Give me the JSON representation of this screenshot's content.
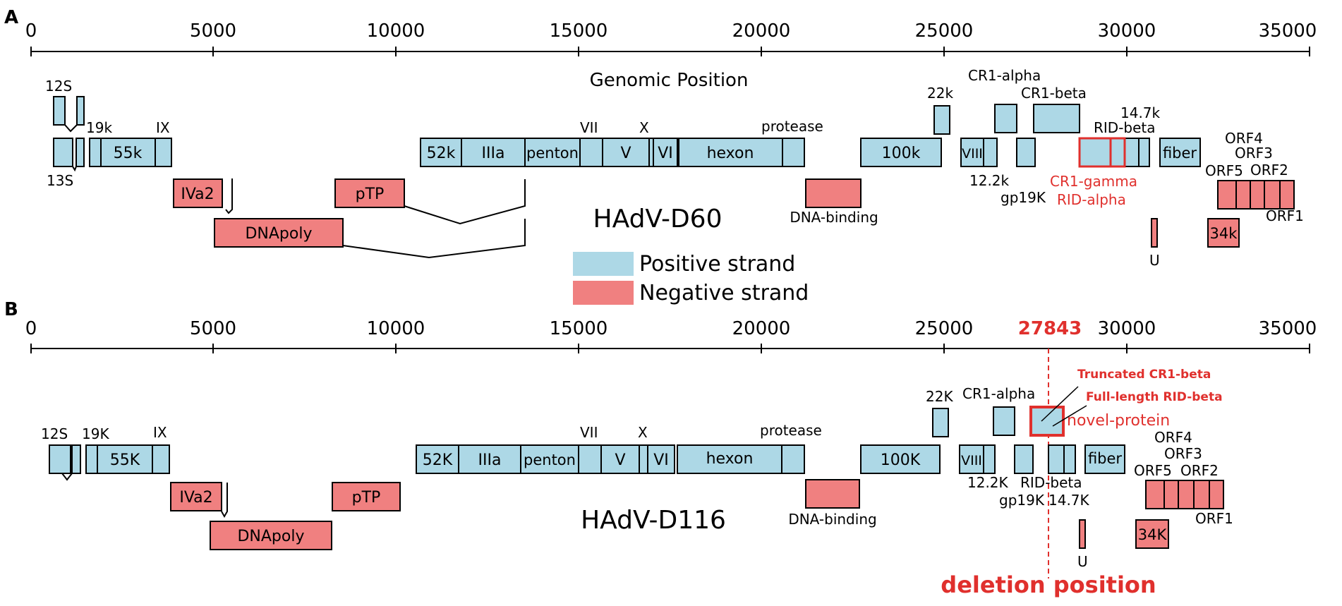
{
  "colors": {
    "positive": "#add8e6",
    "negative": "#f08080",
    "highlight": "#e0302d",
    "outline": "#000000"
  },
  "legend": {
    "positive_label": "Positive strand",
    "negative_label": "Negative strand"
  },
  "axis_ticks": [
    "0",
    "5000",
    "10000",
    "15000",
    "20000",
    "25000",
    "30000",
    "35000"
  ],
  "panel_a": {
    "letter": "A",
    "genome_name": "HAdV-D60",
    "axis_label": "Genomic Position",
    "labels": {
      "s12": "12S",
      "s13": "13S",
      "k19": "19k",
      "k55": "55k",
      "ix": "IX",
      "ivA2": "IVa2",
      "dnapoly": "DNApoly",
      "ptp": "pTP",
      "k52": "52k",
      "iiia": "IIIa",
      "penton": "penton",
      "vii": "VII",
      "v": "V",
      "x": "X",
      "vi": "VI",
      "hexon": "hexon",
      "protease": "protease",
      "dnabinding": "DNA-binding",
      "k100": "100k",
      "k22": "22k",
      "cr1alpha": "CR1-alpha",
      "cr1beta": "CR1-beta",
      "viii": "VIII",
      "k122": "12.2k",
      "gp19k": "gp19K",
      "cr1gamma": "CR1-gamma",
      "ridalpha": "RID-alpha",
      "ridbeta": "RID-beta",
      "k147": "14.7k",
      "fiber": "fiber",
      "u": "U",
      "orf5": "ORF5",
      "orf4": "ORF4",
      "orf3": "ORF3",
      "orf2": "ORF2",
      "orf1": "ORF1",
      "k34": "34k"
    }
  },
  "panel_b": {
    "letter": "B",
    "genome_name": "HAdV-D116",
    "deletion_value": "27843",
    "deletion_label": "deletion position",
    "labels": {
      "s12": "12S",
      "k19": "19K",
      "k55": "55K",
      "ix": "IX",
      "ivA2": "IVa2",
      "dnapoly": "DNApoly",
      "ptp": "pTP",
      "k52": "52K",
      "iiia": "IIIa",
      "penton": "penton",
      "vii": "VII",
      "v": "V",
      "x": "X",
      "vi": "VI",
      "hexon": "hexon",
      "protease": "protease",
      "dnabinding": "DNA-binding",
      "k100": "100K",
      "k22": "22K",
      "cr1alpha": "CR1-alpha",
      "viii": "VIII",
      "k122": "12.2K",
      "gp19k": "gp19K",
      "ridbeta": "RID-beta",
      "k147": "14.7K",
      "fiber": "fiber",
      "u": "U",
      "orf5": "ORF5",
      "orf4": "ORF4",
      "orf3": "ORF3",
      "orf2": "ORF2",
      "orf1": "ORF1",
      "k34": "34K",
      "truncated": "Truncated CR1-beta",
      "fulllength": "Full-length RID-beta",
      "novel": "novel-protein"
    }
  }
}
